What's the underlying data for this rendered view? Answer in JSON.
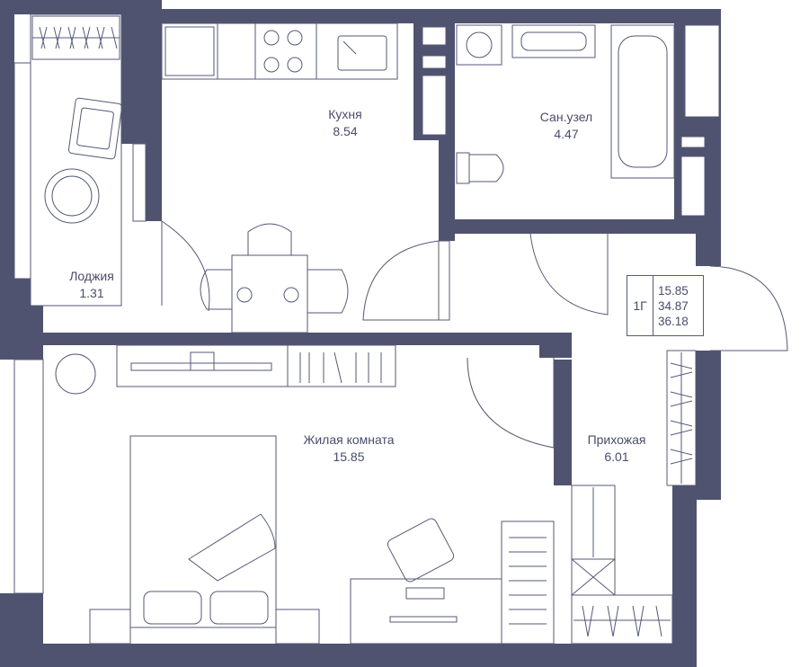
{
  "colors": {
    "wall": "#4f536f",
    "line": "#555a77",
    "text": "#4a4d6b",
    "background": "#ffffff"
  },
  "rooms": {
    "kitchen": {
      "name": "Кухня",
      "area": "8.54"
    },
    "bathroom": {
      "name": "Сан.узел",
      "area": "4.47"
    },
    "loggia": {
      "name": "Лоджия",
      "area": "1.31"
    },
    "living": {
      "name": "Жилая комната",
      "area": "15.85"
    },
    "hallway": {
      "name": "Прихожая",
      "area": "6.01"
    }
  },
  "summary": {
    "code": "1Г",
    "living_area": "15.85",
    "total_area": "34.87",
    "total_with_loggia": "36.18"
  }
}
